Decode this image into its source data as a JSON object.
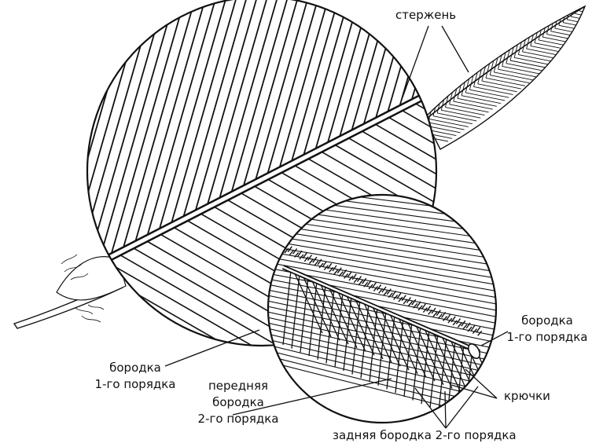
{
  "labels": {
    "shaft": "стержень",
    "barb_right_line1": "бородка",
    "barb_right_line2": "1-го порядка",
    "barb_left_line1": "бородка",
    "barb_left_line2": "1-го порядка",
    "front_barbule_line1": "передняя",
    "front_barbule_line2": "бородка",
    "front_barbule_line3": "2-го порядка",
    "hooks": "крючки",
    "back_barbule": "задняя бородка 2-го порядка"
  },
  "colors": {
    "ink": "#111111",
    "background": "#ffffff"
  }
}
